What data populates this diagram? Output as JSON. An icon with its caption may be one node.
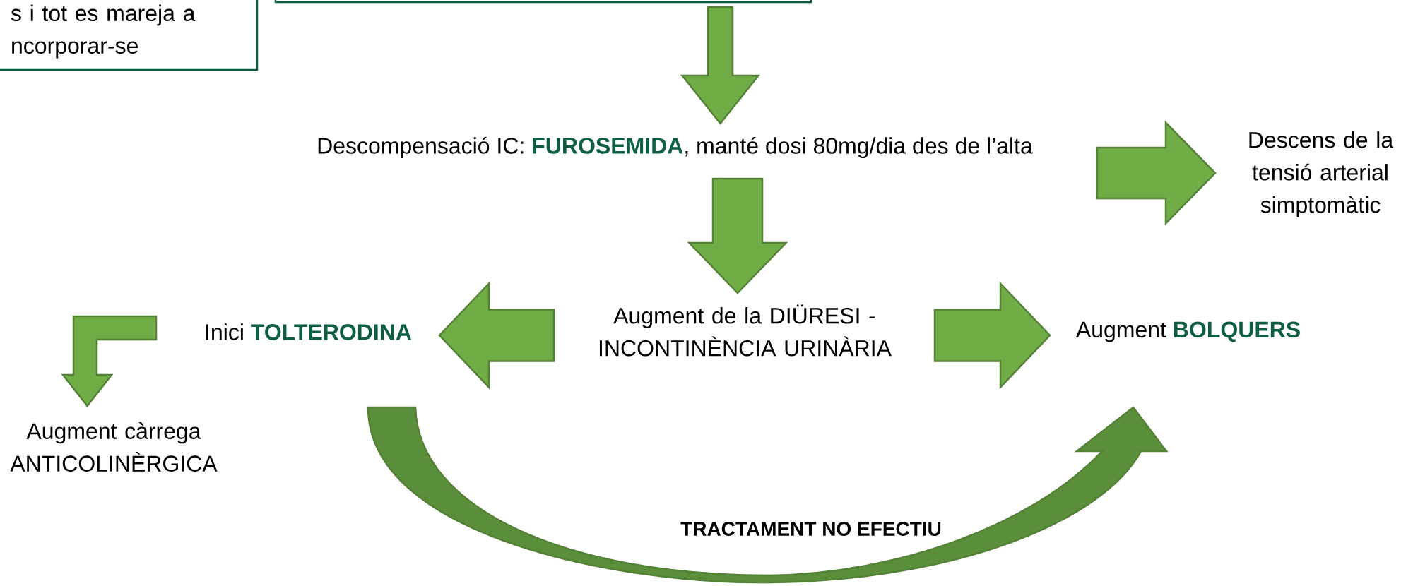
{
  "diagram": {
    "nodes": [
      {
        "text": [
          "s i tot es mareja a ncorporar-se"
        ]
      },
      {
        "text": [],
        "shape": "box"
      },
      {
        "text": [
          "Descompensació IC: **FUROSEMIDA**, manté dosi 80mg/dia des de l’alta"
        ]
      },
      {
        "text": [
          "Descens de la tensió arterial simptomàtic"
        ]
      },
      {
        "text": [
          "Augment de la DIÜRESI - INCONTINÈNCIA URINÀRIA"
        ]
      },
      {
        "text": [
          "Inici **TOLTERODINA**"
        ]
      },
      {
        "text": [
          "Augment **BOLQUERS**"
        ]
      },
      {
        "text": [
          "Augment càrrega ANTICOLINÈRGICA"
        ]
      }
    ],
    "edges": [
      {
        "from": 1,
        "to": 2,
        "arrow": "to"
      },
      {
        "from": 2,
        "to": 3,
        "arrow": "to"
      },
      {
        "from": 2,
        "to": 4,
        "arrow": "to"
      },
      {
        "from": 4,
        "to": 5,
        "arrow": "to"
      },
      {
        "from": 4,
        "to": 6,
        "arrow": "to"
      },
      {
        "from": 5,
        "to": 7,
        "arrow": "to"
      },
      {
        "from": 5,
        "to": 6,
        "arrow": "to",
        "label": "TRACTAMENT NO EFECTIU"
      }
    ]
  }
}
